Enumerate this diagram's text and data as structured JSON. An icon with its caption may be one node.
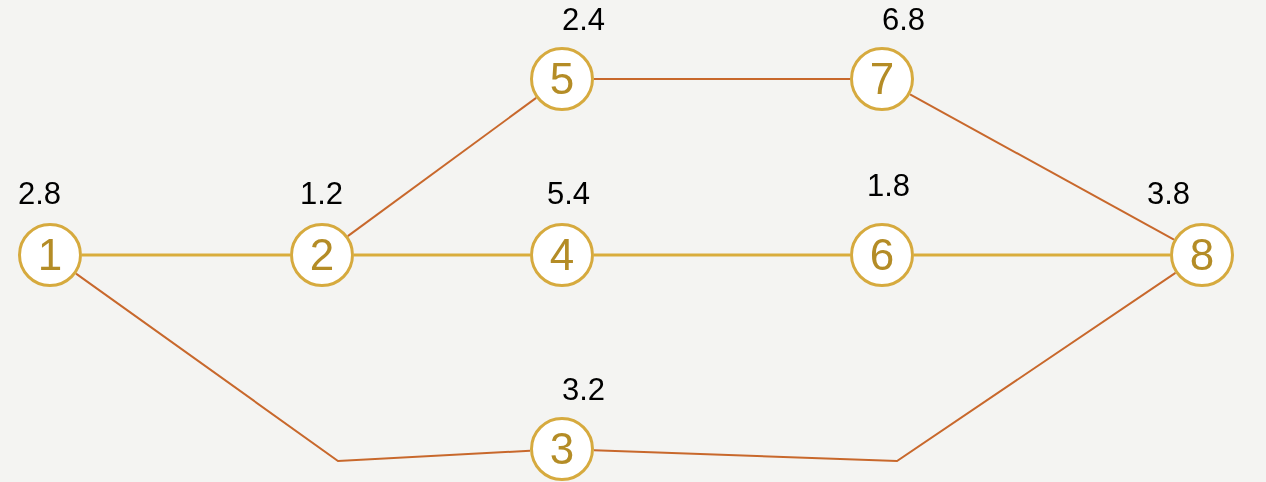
{
  "diagram": {
    "nodes": [
      {
        "text": [
          "1"
        ],
        "beside": [
          "2.8"
        ]
      },
      {
        "text": [
          "2"
        ],
        "beside": [
          "1.2"
        ]
      },
      {
        "text": [
          "3"
        ],
        "beside": [
          "3.2"
        ]
      },
      {
        "text": [
          "4"
        ],
        "beside": [
          "5.4"
        ]
      },
      {
        "text": [
          "5"
        ],
        "beside": [
          "2.4"
        ]
      },
      {
        "text": [
          "6"
        ],
        "beside": [
          "1.8"
        ]
      },
      {
        "text": [
          "7"
        ],
        "beside": [
          "6.8"
        ]
      },
      {
        "text": [
          "8"
        ],
        "beside": [
          "3.8"
        ]
      }
    ],
    "edges": [
      {
        "from": 0,
        "to": 1,
        "arrow": "none",
        "color": "#d9ad3c"
      },
      {
        "from": 0,
        "to": 2,
        "arrow": "none"
      },
      {
        "from": 1,
        "to": 4,
        "arrow": "none"
      },
      {
        "from": 1,
        "to": 3,
        "arrow": "none",
        "color": "#d9ad3c"
      },
      {
        "from": 4,
        "to": 6,
        "arrow": "none"
      },
      {
        "from": 3,
        "to": 5,
        "arrow": "none",
        "color": "#d9ad3c"
      },
      {
        "from": 6,
        "to": 7,
        "arrow": "none"
      },
      {
        "from": 5,
        "to": 7,
        "arrow": "none",
        "color": "#d9ad3c"
      },
      {
        "from": 2,
        "to": 7,
        "arrow": "none"
      }
    ]
  }
}
